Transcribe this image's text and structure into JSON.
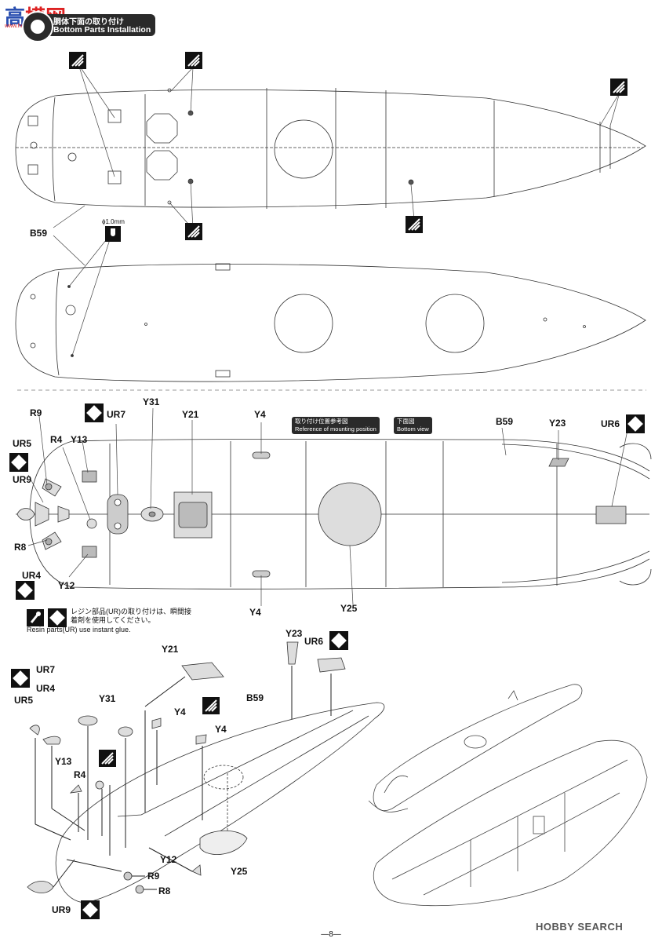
{
  "header": {
    "title_ja": "胴体下面の取り付け",
    "title_en": "Bottom Parts Installation"
  },
  "watermark": {
    "site": "高",
    "site_red": "模网",
    "url": "www.hobbyer.net",
    "footer_brand": "HOBBY SEARCH"
  },
  "drill_note": "ϕ1.0mm",
  "ref_tag": {
    "ja": "取り付け位置参考図",
    "en": "Reference of mounting position"
  },
  "bottom_tag": {
    "ja": "下面図",
    "en": "Bottom view"
  },
  "resin_note": {
    "ja1": "レジン部品(UR)の取り付けは、瞬間接",
    "ja2": "着剤を使用してください。",
    "en": "Resin parts(UR) use instant glue."
  },
  "top_parts": {
    "b59": "B59"
  },
  "ref_parts": {
    "r9": "R9",
    "ur7": "UR7",
    "y31": "Y31",
    "y21": "Y21",
    "y4_top": "Y4",
    "b59": "B59",
    "y23": "Y23",
    "ur6": "UR6",
    "ur5": "UR5",
    "r4": "R4",
    "y13": "Y13",
    "ur9": "UR9",
    "r8": "R8",
    "ur4": "UR4",
    "y12": "Y12",
    "y4_bot": "Y4",
    "y25": "Y25"
  },
  "exploded_parts": {
    "y21": "Y21",
    "y23": "Y23",
    "ur6": "UR6",
    "ur7": "UR7",
    "ur4": "UR4",
    "ur5": "UR5",
    "y31": "Y31",
    "y4a": "Y4",
    "y4b": "Y4",
    "b59": "B59",
    "y13": "Y13",
    "r4": "R4",
    "y12": "Y12",
    "r9": "R9",
    "r8": "R8",
    "y25": "Y25",
    "ur9": "UR9"
  },
  "page_number": "—8—"
}
